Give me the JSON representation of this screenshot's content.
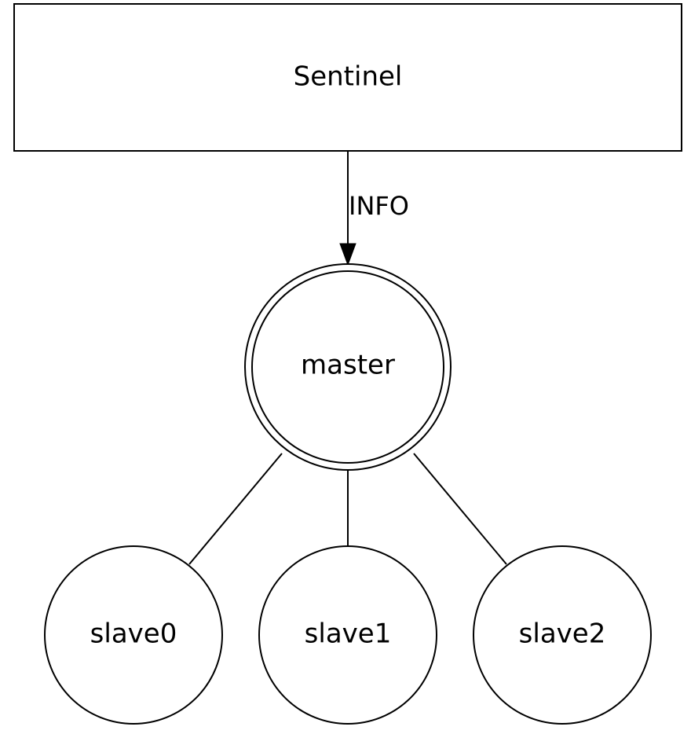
{
  "diagram": {
    "sentinel_label": "Sentinel",
    "edge_label": "INFO",
    "master_label": "master",
    "slaves": [
      {
        "label": "slave0"
      },
      {
        "label": "slave1"
      },
      {
        "label": "slave2"
      }
    ]
  }
}
